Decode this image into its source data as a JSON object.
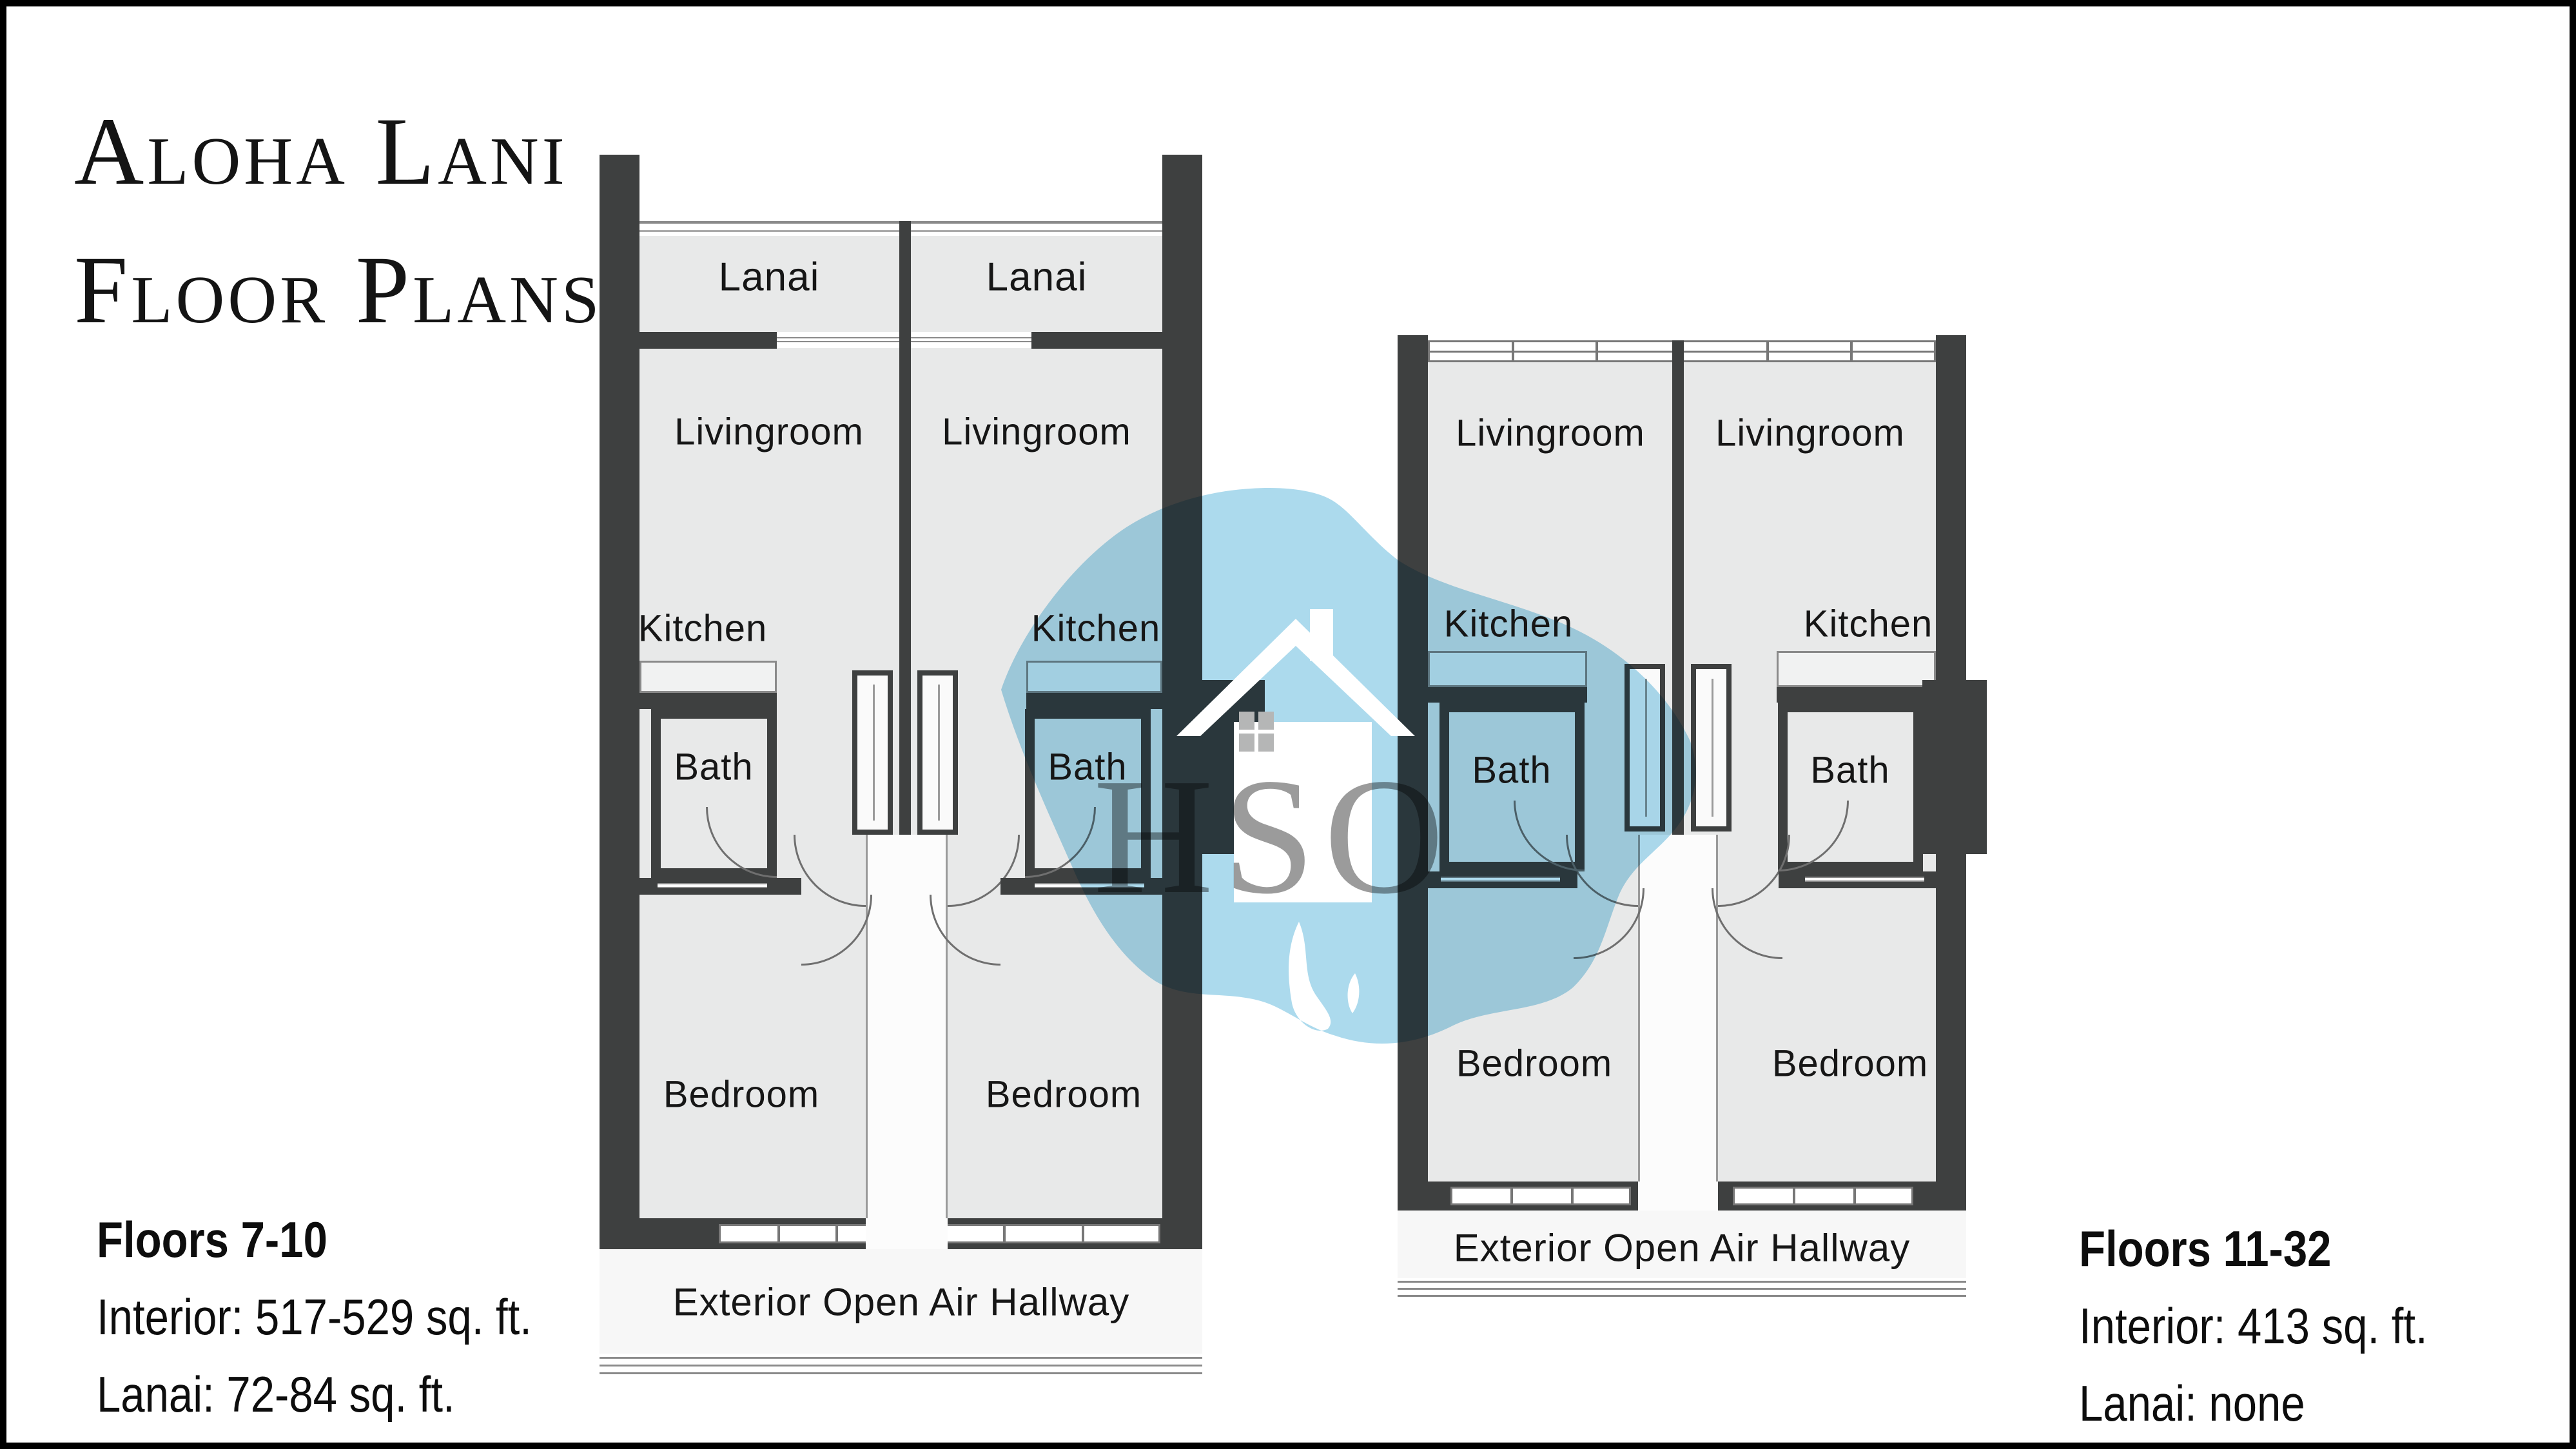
{
  "title": {
    "line1": "Aloha Lani",
    "line2": "Floor Plans"
  },
  "watermark": {
    "text": "HSO",
    "island": "oahu-island-silhouette",
    "island_color": "#a6d7ec",
    "letters_color": "#8d8d8d"
  },
  "colors": {
    "wall": "#3e4040",
    "room_fill": "#e8e9e9",
    "hallway_fill": "#f7f7f7",
    "frame": "#000000"
  },
  "plans": {
    "left": {
      "units": [
        {
          "lanai": "Lanai",
          "livingroom": "Livingroom",
          "kitchen": "Kitchen",
          "bath": "Bath",
          "bedroom": "Bedroom"
        },
        {
          "lanai": "Lanai",
          "livingroom": "Livingroom",
          "kitchen": "Kitchen",
          "bath": "Bath",
          "bedroom": "Bedroom"
        }
      ],
      "hallway_label": "Exterior Open Air Hallway",
      "info": {
        "floors": "Floors 7-10",
        "interior": "Interior: 517-529 sq. ft.",
        "lanai": "Lanai: 72-84 sq. ft."
      }
    },
    "right": {
      "units": [
        {
          "livingroom": "Livingroom",
          "kitchen": "Kitchen",
          "bath": "Bath",
          "bedroom": "Bedroom"
        },
        {
          "livingroom": "Livingroom",
          "kitchen": "Kitchen",
          "bath": "Bath",
          "bedroom": "Bedroom"
        }
      ],
      "hallway_label": "Exterior Open Air Hallway",
      "info": {
        "floors": "Floors 11-32",
        "interior": "Interior: 413 sq. ft.",
        "lanai": "Lanai: none"
      }
    }
  }
}
